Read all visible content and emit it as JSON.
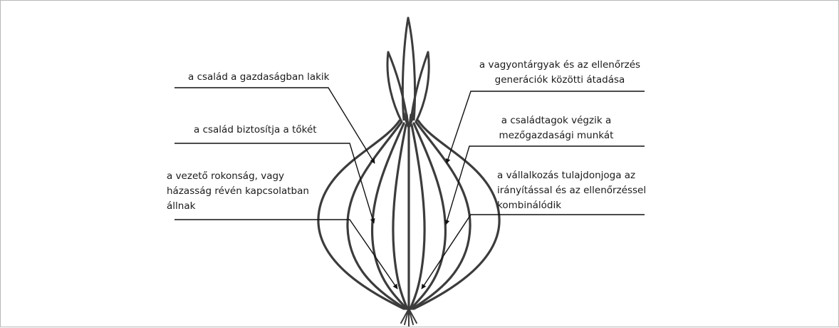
{
  "labels": {
    "left": [
      {
        "lines": [
          "a család a gazdaságban lakik"
        ]
      },
      {
        "lines": [
          "a család biztosítja a tőkét"
        ]
      },
      {
        "lines": [
          "a vezető rokonság, vagy",
          "házasság révén kapcsolatban",
          "állnak"
        ]
      }
    ],
    "right": [
      {
        "lines": [
          "a vagyontárgyak és az ellenőrzés",
          "generációk közötti átadása"
        ]
      },
      {
        "lines": [
          "a  családtagok végzik a",
          "mezőgazdasági munkát"
        ]
      },
      {
        "lines": [
          "a vállalkozás tulajdonjoga az",
          "irányítással és az ellenőrzéssel",
          "kombinálódik"
        ]
      }
    ]
  },
  "colors": {
    "onion_stroke": "#3c3c3c",
    "leader_line": "#111111",
    "text": "#1a1a1a",
    "frame": "#b8b8b8"
  },
  "icons": {
    "onion": "onion-illustration",
    "arrowhead": "arrowhead-icon"
  }
}
